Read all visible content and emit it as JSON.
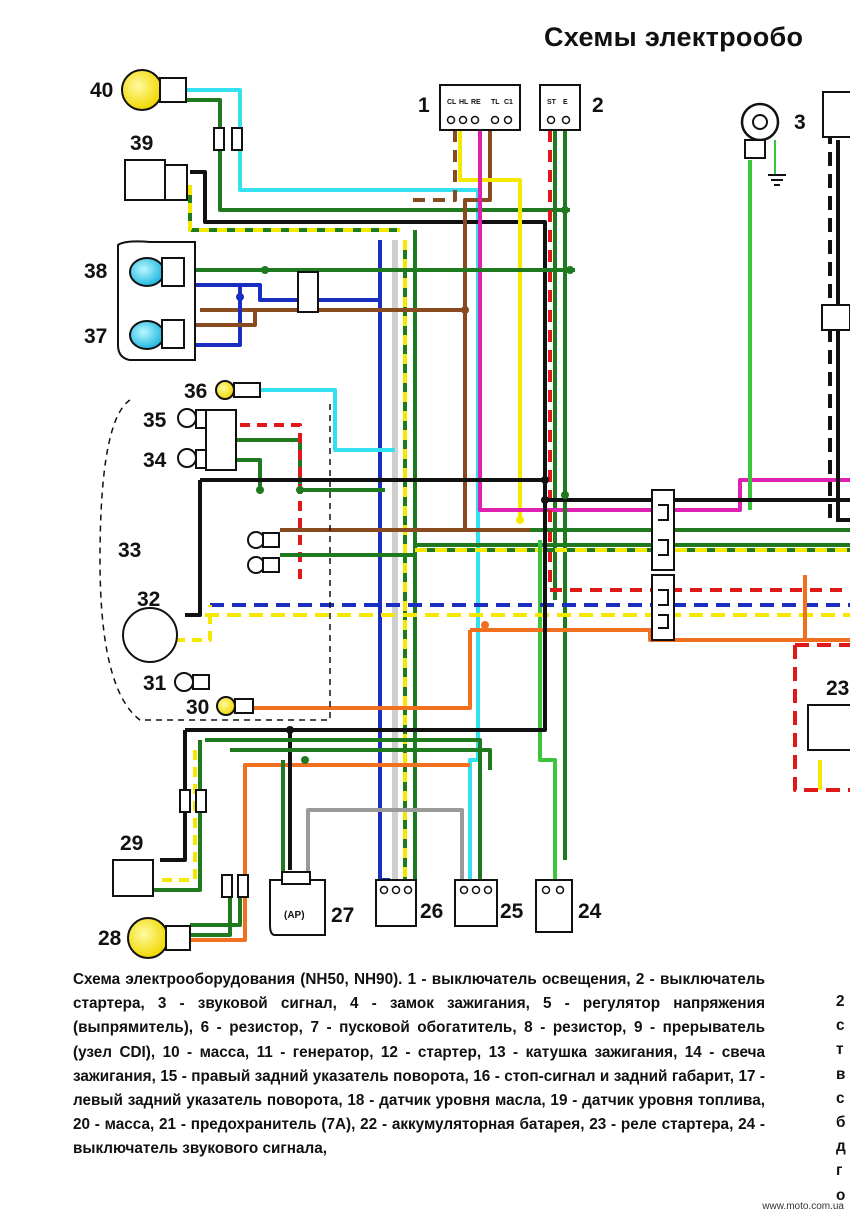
{
  "title": "Схемы электрообо",
  "colors": {
    "black": "#111111",
    "green": "#1f7a1f",
    "light_green": "#3cc43c",
    "yellow": "#f4e800",
    "cyan": "#33e0f0",
    "blue": "#1a2fc0",
    "brown": "#8a4a20",
    "orange": "#f07020",
    "red": "#e01818",
    "pink": "#e020b0",
    "white": "#ffffff",
    "gray": "#9a9a9a"
  },
  "components": [
    {
      "num": "40",
      "kind": "bulb"
    },
    {
      "num": "39",
      "kind": "connector"
    },
    {
      "num": "38",
      "kind": "bulb-blue"
    },
    {
      "num": "37",
      "kind": "bulb-blue"
    },
    {
      "num": "36",
      "kind": "bulb"
    },
    {
      "num": "35",
      "kind": "bulb"
    },
    {
      "num": "34",
      "kind": "bulb"
    },
    {
      "num": "33",
      "kind": "panel"
    },
    {
      "num": "32",
      "kind": "gauge"
    },
    {
      "num": "31",
      "kind": "bulb"
    },
    {
      "num": "30",
      "kind": "bulb"
    },
    {
      "num": "29",
      "kind": "connector"
    },
    {
      "num": "28",
      "kind": "bulb"
    },
    {
      "num": "27",
      "kind": "switch",
      "label": "(AP)"
    },
    {
      "num": "26",
      "kind": "switch"
    },
    {
      "num": "25",
      "kind": "switch"
    },
    {
      "num": "24",
      "kind": "switch"
    },
    {
      "num": "23",
      "kind": "relay"
    },
    {
      "num": "1",
      "kind": "switch",
      "pins": [
        "CL",
        "HL",
        "RE",
        "TL",
        "C1"
      ]
    },
    {
      "num": "2",
      "kind": "switch",
      "pins": [
        "ST",
        "E"
      ]
    },
    {
      "num": "3",
      "kind": "horn"
    }
  ],
  "caption": "Схема электрооборудования (NH50, NH90). 1 - выключатель освещения, 2 - выключатель стартера, 3 - звуковой сигнал, 4 - замок зажигания, 5 - регулятор напряжения (выпрямитель), 6 - резистор, 7 - пусковой обогатитель, 8 - резистор, 9 - прерыватель (узел CDI), 10 - масса, 11 - генератор, 12 - стартер, 13 - катушка зажигания, 14 - свеча зажигания, 15 - правый задний указатель поворота, 16 - стоп-сигнал и задний габарит, 17 - левый задний указатель поворота, 18 - датчик уровня масла, 19 - датчик уровня топлива, 20 - масса, 21 - предохранитель (7А), 22 - аккумуляторная батарея, 23 - реле стартера, 24 - выключатель звукового сигнала,",
  "caption_right_fragments": [
    "2",
    "с",
    "т",
    "в",
    "с",
    "б",
    "д",
    "г",
    "о"
  ],
  "watermark": "www.moto.com.ua"
}
